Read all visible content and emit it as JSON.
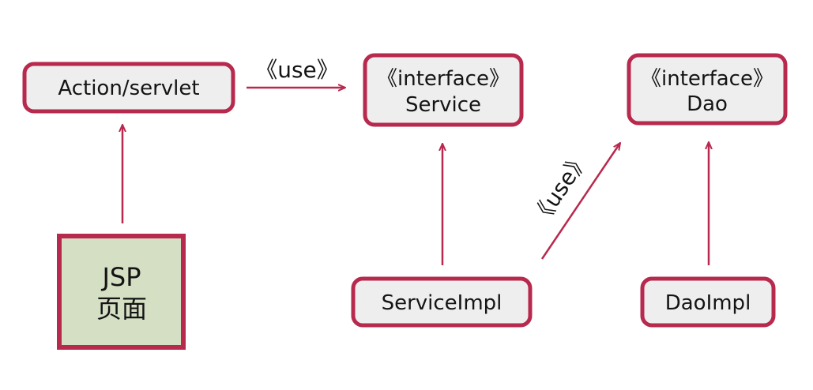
{
  "nodes": {
    "action": {
      "label": "Action/servlet"
    },
    "service": {
      "line1": "《interface》",
      "line2": "Service"
    },
    "dao": {
      "line1": "《interface》",
      "line2": "Dao"
    },
    "jsp": {
      "line1": "JSP",
      "line2": "页面"
    },
    "service_impl": {
      "label": "ServiceImpl"
    },
    "dao_impl": {
      "label": "DaoImpl"
    }
  },
  "edges": {
    "action_to_service": {
      "label": "《use》"
    },
    "service_impl_to_dao": {
      "label": "《use》"
    }
  },
  "colors": {
    "border": "#b8294e",
    "box_fill": "#eeeeee",
    "jsp_fill": "#d5dfc4",
    "arrow": "#b8294e"
  }
}
